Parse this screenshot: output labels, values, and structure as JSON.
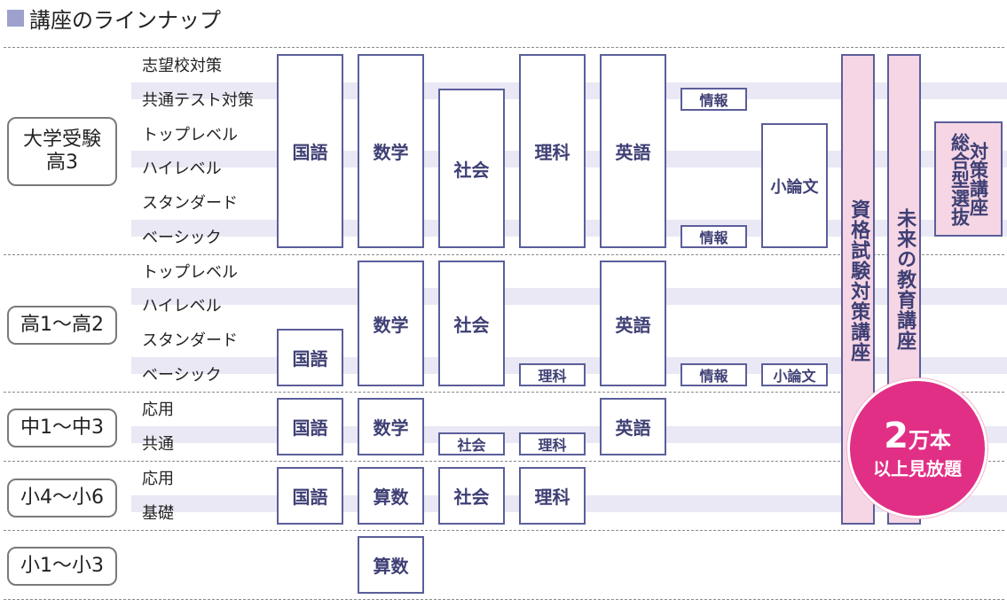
{
  "title": "講座のラインナップ",
  "grades": {
    "hs3": [
      "大学受験",
      "高3"
    ],
    "hs12": "高1〜高2",
    "jh": "中1〜中3",
    "el46": "小4〜小6",
    "el13": "小1〜小3"
  },
  "levels": {
    "hs3": [
      "志望校対策",
      "共通テスト対策",
      "トップレベル",
      "ハイレベル",
      "スタンダード",
      "ベーシック"
    ],
    "hs12": [
      "トップレベル",
      "ハイレベル",
      "スタンダード",
      "ベーシック"
    ],
    "jh": [
      "応用",
      "共通"
    ],
    "el46": [
      "応用",
      "基礎"
    ]
  },
  "subjects": {
    "kokugo": "国語",
    "sugaku": "数学",
    "shakai": "社会",
    "rika": "理科",
    "eigo": "英語",
    "johou": "情報",
    "shoronbun": "小論文",
    "sansu": "算数"
  },
  "special": {
    "shikaku": "資格試験対策講座",
    "mirai": "未来の教育講座",
    "sogo": [
      "総合型選抜",
      "対策講座"
    ]
  },
  "badge": {
    "count": "2",
    "unit": "万本",
    "caption": "以上見放題"
  },
  "colors": {
    "accent": "#5b5e9a",
    "pink": "#f6d6e4",
    "badge": "#e12f86",
    "stripe": "#e9e8f4"
  }
}
